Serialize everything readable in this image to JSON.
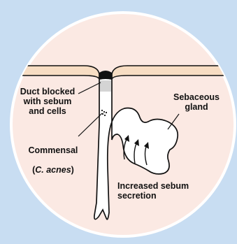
{
  "colors": {
    "background": "#c8ddf2",
    "disc": "#fbe9e3",
    "skin_band": "#f7ddc3",
    "outline": "#111111",
    "blockage": "#111111",
    "duct_fill": "#ffffff",
    "sebum_plug": "#d4d4d4"
  },
  "labels": {
    "duct_blocked": "Duct blocked\nwith sebum\nand cells",
    "commensal_line1": "Commensal",
    "commensal_paren_open": "(",
    "commensal_species": "C. acnes",
    "commensal_paren_close": ")",
    "sebaceous_gland": "Sebaceous\ngland",
    "increased_sebum": "Increased sebum\nsecretion"
  }
}
